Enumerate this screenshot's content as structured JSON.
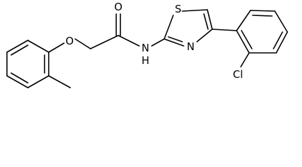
{
  "atom_labels": {
    "oxygen_carbonyl": "O",
    "oxygen_ether": "O",
    "nitrogen_amide": "N",
    "hydrogen_amide": "H",
    "nitrogen_ring": "N",
    "sulfur": "S",
    "chlorine": "Cl"
  }
}
